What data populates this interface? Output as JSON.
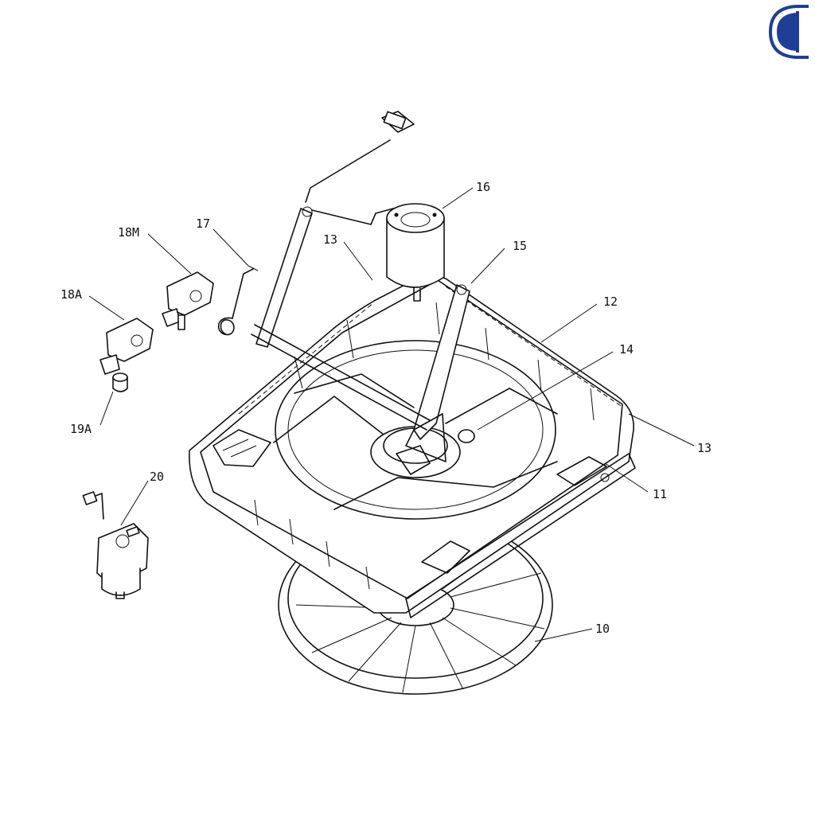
{
  "logo": {
    "icon": "brand-logo-icon",
    "color": "#1f3f96"
  },
  "callouts": [
    {
      "label": "16",
      "part": "motor"
    },
    {
      "label": "17",
      "part": "spring"
    },
    {
      "label": "18M",
      "part": "switch-module-m"
    },
    {
      "label": "18A",
      "part": "switch-module-a"
    },
    {
      "label": "19A",
      "part": "knob"
    },
    {
      "label": "13",
      "part": "lift-arm"
    },
    {
      "label": "15",
      "part": "crank-arm"
    },
    {
      "label": "12",
      "part": "housing-frame"
    },
    {
      "label": "14",
      "part": "shaft-bushing"
    },
    {
      "label": "13",
      "part": "lift-arm-pivot"
    },
    {
      "label": "11",
      "part": "base-flange"
    },
    {
      "label": "20",
      "part": "gear-motor"
    },
    {
      "label": "10",
      "part": "fan-blade"
    }
  ]
}
